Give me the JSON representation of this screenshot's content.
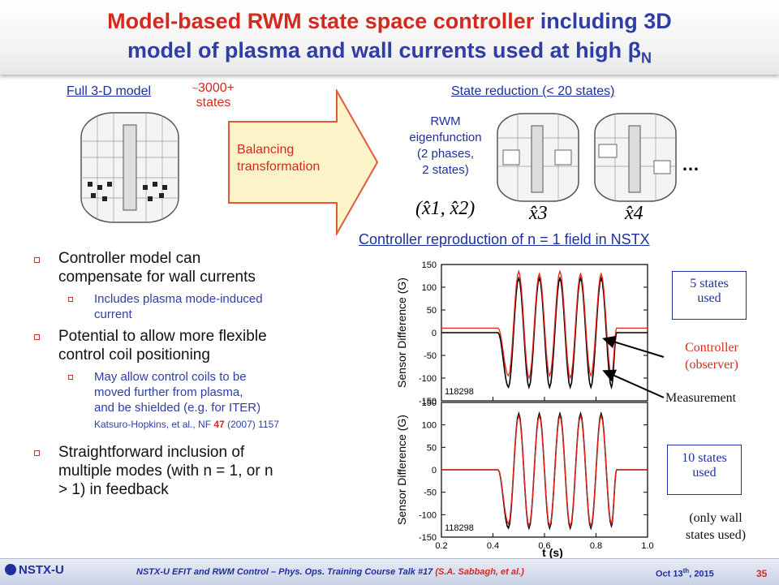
{
  "title": {
    "part1": "Model-based RWM state space controller",
    "part2": " including 3D",
    "part3": "model of plasma and wall currents used at high ",
    "beta": "β",
    "beta_sub": "N"
  },
  "diagram": {
    "full_model_label": "Full 3-D model",
    "tilde": "~",
    "states_count": "3000+",
    "states_word": "states",
    "arrow_text_1": "Balancing",
    "arrow_text_2": "transformation",
    "state_reduction_label": "State reduction (< 20 states)",
    "rwm_lines": [
      "RWM",
      "eigenfunction",
      "(2 phases,",
      "2 states)"
    ],
    "ellipsis": "…",
    "x12": "(x̂1, x̂2)",
    "x3": "x̂3",
    "x4": "x̂4"
  },
  "bullets": {
    "b1": [
      "Controller model can",
      "compensate for wall currents"
    ],
    "b1_sub": [
      "Includes plasma mode-induced",
      "current"
    ],
    "b2": [
      "Potential to allow more flexible",
      "control coil positioning"
    ],
    "b2_sub": [
      "May allow control coils to be",
      "moved further from plasma,",
      "and be shielded (e.g. for ITER)"
    ],
    "citation_pre": "Katsuro-Hopkins, et al., NF ",
    "citation_vol": "47",
    "citation_post": " (2007) 1157",
    "b3": [
      "Straightforward inclusion of",
      "multiple modes (with n = 1, or n",
      "> 1) in feedback"
    ]
  },
  "plot_title": "Controller reproduction of n = 1 field in NSTX",
  "annotations": {
    "box1": [
      "5 states",
      "used"
    ],
    "controller": [
      "Controller",
      "(observer)"
    ],
    "measurement": "Measurement",
    "box2": [
      "10 states",
      "used"
    ],
    "only_wall": [
      "(only wall",
      "states used)"
    ]
  },
  "chart_data": [
    {
      "type": "line",
      "ylabel": "Sensor Difference (G)",
      "ylim": [
        -150,
        150
      ],
      "yticks": [
        "150",
        "100",
        "50",
        "0",
        "-50",
        "-100",
        "-150"
      ],
      "xlim": [
        0.2,
        1.0
      ],
      "shot_label": "118298",
      "series": [
        {
          "name": "Measurement",
          "color": "#000000",
          "x": [
            0.2,
            0.42,
            0.46,
            0.5,
            0.54,
            0.58,
            0.62,
            0.66,
            0.7,
            0.74,
            0.78,
            0.82,
            0.86,
            0.88,
            1.0
          ],
          "y": [
            0,
            0,
            -120,
            120,
            -120,
            120,
            -120,
            120,
            -120,
            120,
            -120,
            120,
            -120,
            0,
            0
          ]
        },
        {
          "name": "Controller (observer)",
          "color": "#e8231c",
          "x": [
            0.2,
            0.42,
            0.46,
            0.5,
            0.54,
            0.58,
            0.62,
            0.66,
            0.7,
            0.74,
            0.78,
            0.82,
            0.86,
            0.88,
            1.0
          ],
          "y": [
            10,
            10,
            -95,
            135,
            -100,
            130,
            -95,
            135,
            -100,
            130,
            -95,
            130,
            -95,
            10,
            10
          ]
        }
      ]
    },
    {
      "type": "line",
      "ylabel": "Sensor Difference (G)",
      "xlabel": "t (s)",
      "ylim": [
        -150,
        150
      ],
      "yticks": [
        "150",
        "100",
        "50",
        "0",
        "-50",
        "-100",
        "-150"
      ],
      "xlim": [
        0.2,
        1.0
      ],
      "xticks": [
        "0.2",
        "0.4",
        "0.6",
        "0.8",
        "1.0"
      ],
      "shot_label": "118298",
      "series": [
        {
          "name": "Measurement",
          "color": "#000000",
          "x": [
            0.2,
            0.42,
            0.46,
            0.5,
            0.54,
            0.58,
            0.62,
            0.66,
            0.7,
            0.74,
            0.78,
            0.82,
            0.86,
            0.88,
            1.0
          ],
          "y": [
            0,
            0,
            -130,
            125,
            -130,
            125,
            -130,
            125,
            -130,
            125,
            -130,
            125,
            -125,
            0,
            0
          ]
        },
        {
          "name": "Controller (observer)",
          "color": "#e8231c",
          "x": [
            0.2,
            0.42,
            0.46,
            0.5,
            0.54,
            0.58,
            0.62,
            0.66,
            0.7,
            0.74,
            0.78,
            0.82,
            0.86,
            0.88,
            1.0
          ],
          "y": [
            0,
            0,
            -120,
            120,
            -125,
            120,
            -125,
            120,
            -125,
            120,
            -125,
            120,
            -120,
            0,
            0
          ]
        }
      ]
    }
  ],
  "footer": {
    "logo": "NSTX-U",
    "text": "NSTX-U EFIT and RWM Control – Phys. Ops. Training Course Talk #17",
    "authors": " (S.A. Sabbagh, et al.)",
    "date_pre": "Oct 13",
    "date_sup": "th",
    "date_post": ", 2015",
    "page": "35"
  }
}
